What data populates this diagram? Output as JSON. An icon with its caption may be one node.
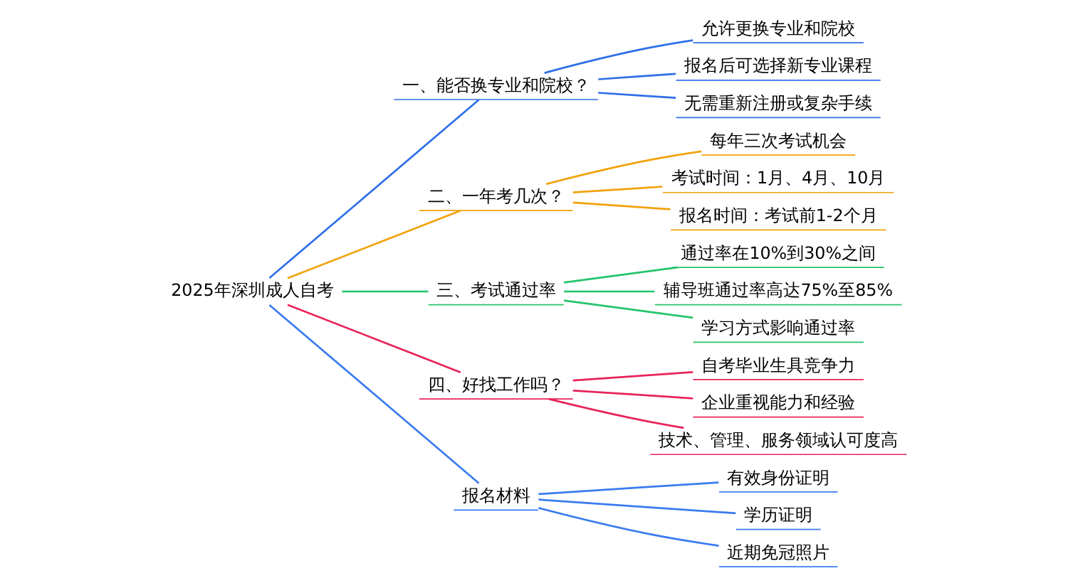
{
  "diagram": {
    "nodes": [
      {
        "text": [
          "2025年深圳成人自考"
        ]
      },
      {
        "text": [
          "一、能否换专业和院校？"
        ]
      },
      {
        "text": [
          "允许更换专业和院校"
        ]
      },
      {
        "text": [
          "报名后可选择新专业课程"
        ]
      },
      {
        "text": [
          "无需重新注册或复杂手续"
        ]
      },
      {
        "text": [
          "二、一年考几次？"
        ]
      },
      {
        "text": [
          "每年三次考试机会"
        ]
      },
      {
        "text": [
          "考试时间：1月、4月、10月"
        ]
      },
      {
        "text": [
          "报名时间：考试前1-2个月"
        ]
      },
      {
        "text": [
          "三、考试通过率"
        ]
      },
      {
        "text": [
          "通过率在10%到30%之间"
        ]
      },
      {
        "text": [
          "辅导班通过率高达75%至85%"
        ]
      },
      {
        "text": [
          "学习方式影响通过率"
        ]
      },
      {
        "text": [
          "四、好找工作吗？"
        ]
      },
      {
        "text": [
          "自考毕业生具竞争力"
        ]
      },
      {
        "text": [
          "企业重视能力和经验"
        ]
      },
      {
        "text": [
          "技术、管理、服务领域认可度高"
        ]
      },
      {
        "text": [
          "报名材料"
        ]
      },
      {
        "text": [
          "有效身份证明"
        ]
      },
      {
        "text": [
          "学历证明"
        ]
      },
      {
        "text": [
          "近期免冠照片"
        ]
      }
    ],
    "edges": [
      {
        "from": 0,
        "to": 1,
        "arrow": "none",
        "color": "#2f6fe8"
      },
      {
        "from": 1,
        "to": 2,
        "arrow": "none",
        "color": "#2f6fe8"
      },
      {
        "from": 1,
        "to": 3,
        "arrow": "none",
        "color": "#2f6fe8"
      },
      {
        "from": 1,
        "to": 4,
        "arrow": "none",
        "color": "#2f6fe8"
      },
      {
        "from": 0,
        "to": 5,
        "arrow": "none",
        "color": "#f2a20c"
      },
      {
        "from": 5,
        "to": 6,
        "arrow": "none",
        "color": "#f2a20c"
      },
      {
        "from": 5,
        "to": 7,
        "arrow": "none",
        "color": "#f2a20c"
      },
      {
        "from": 5,
        "to": 8,
        "arrow": "none",
        "color": "#f2a20c"
      },
      {
        "from": 0,
        "to": 9,
        "arrow": "none",
        "color": "#25c46a"
      },
      {
        "from": 9,
        "to": 10,
        "arrow": "none",
        "color": "#25c46a"
      },
      {
        "from": 9,
        "to": 11,
        "arrow": "none",
        "color": "#25c46a"
      },
      {
        "from": 9,
        "to": 12,
        "arrow": "none",
        "color": "#25c46a"
      },
      {
        "from": 0,
        "to": 13,
        "arrow": "none",
        "color": "#e8245a"
      },
      {
        "from": 13,
        "to": 14,
        "arrow": "none",
        "color": "#e8245a"
      },
      {
        "from": 13,
        "to": 15,
        "arrow": "none",
        "color": "#e8245a"
      },
      {
        "from": 13,
        "to": 16,
        "arrow": "none",
        "color": "#e8245a"
      },
      {
        "from": 0,
        "to": 17,
        "arrow": "none",
        "color": "#3a7bf0"
      },
      {
        "from": 17,
        "to": 18,
        "arrow": "none",
        "color": "#3a7bf0"
      },
      {
        "from": 17,
        "to": 19,
        "arrow": "none",
        "color": "#3a7bf0"
      },
      {
        "from": 17,
        "to": 20,
        "arrow": "none",
        "color": "#3a7bf0"
      }
    ]
  }
}
